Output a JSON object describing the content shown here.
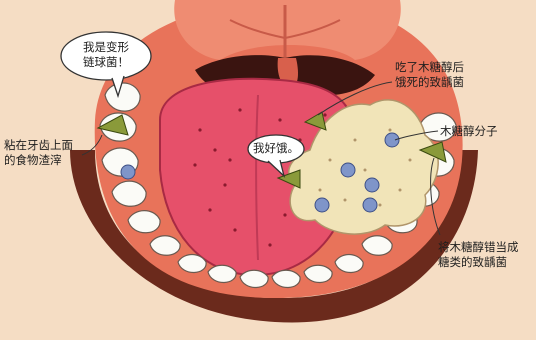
{
  "speech": {
    "streptococcus": "我是变形\n链球菌！",
    "hungry": "我好饿。"
  },
  "labels": {
    "food_debris": "粘在牙齿上面\n的食物渣滓",
    "dead_bacteria": "吃了木糖醇后\n饿死的致龋菌",
    "xylitol_molecule": "木糖醇分子",
    "mistaken_bacteria": "将木糖醇错当成\n糖类的致龋菌"
  },
  "colors": {
    "background": "#f5ddc4",
    "gum_outer": "#6b2a1c",
    "mouth_interior": "#e8735a",
    "palate": "#ef8c72",
    "throat": "#3a1410",
    "tongue": "#e6506a",
    "tongue_dots": "#8a1a2e",
    "teeth": "#fbfbf7",
    "xylitol_mass": "#f1e4b8",
    "bacteria": "#7f95c9"
  }
}
